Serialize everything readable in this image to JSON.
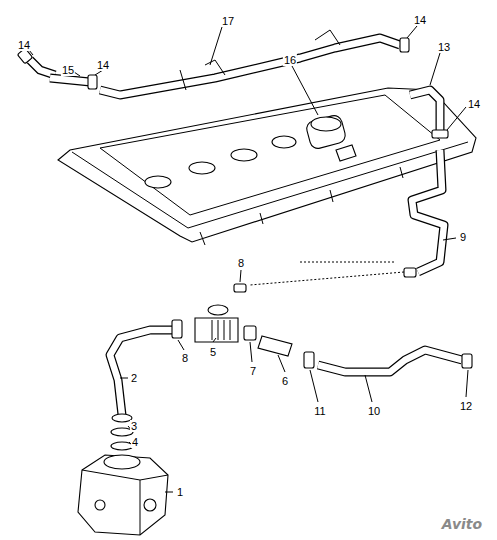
{
  "diagram": {
    "labels": [
      "14",
      "15",
      "14",
      "17",
      "14",
      "13",
      "16",
      "14",
      "9",
      "8",
      "8",
      "5",
      "7",
      "6",
      "11",
      "10",
      "12",
      "2",
      "3",
      "4",
      "1",
      "Avito"
    ]
  }
}
